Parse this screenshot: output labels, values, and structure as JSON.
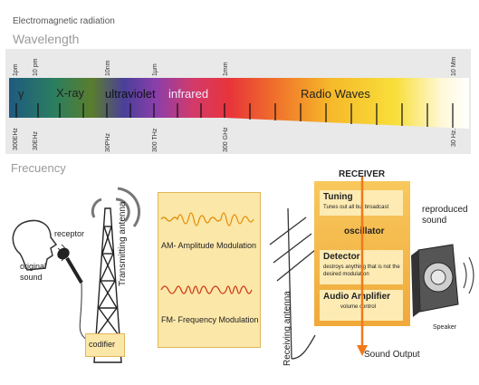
{
  "title": "Electromagnetic radiation",
  "wavelength_label": "Wavelength",
  "frequency_label": "Frecuency",
  "wavelength_ticks": [
    "1pm",
    "10 pm",
    "10nm",
    "1µm",
    "1mm",
    "10 Mm"
  ],
  "frequency_ticks": [
    "300EHz",
    "30EHz",
    "30PHz",
    "300 THz",
    "300 GHz",
    "30 Hz."
  ],
  "bands": [
    "γ",
    "X-ray",
    "ultraviolet",
    "infrared",
    "Radio Waves"
  ],
  "left": {
    "receptor": "receptor",
    "original_sound": "original\nsound",
    "antenna": "Transmitting antenna",
    "codifier": "codifier"
  },
  "modulation": {
    "am": "AM- Amplitude Modulation",
    "fm": "FM- Frequency Modulation"
  },
  "receiving_antenna": "Receiving antenna",
  "receiver": {
    "title": "RECEIVER",
    "tuning": "Tuning",
    "tuning_desc": "Tunes out all but broadcast",
    "oscillator": "oscillator",
    "detector": "Detector",
    "detector_desc": "destroys anything that is not the desired modulation",
    "audio_amp": "Audio Amplifier",
    "audio_amp_desc": "volume control",
    "sound_output": "Sound Output"
  },
  "speaker": {
    "reproduced": "reproduced\nsound",
    "label": "Speaker"
  },
  "colors": {
    "spectrum": [
      "#1f5a80",
      "#2b7f5f",
      "#5a7d2c",
      "#6a3fa0",
      "#c0336a",
      "#e2343a",
      "#ef6b2b",
      "#f6ad28",
      "#f8da2e",
      "#fff6c8",
      "#ffffff"
    ],
    "receiver_bg": "#f4b84a",
    "arrow": "#f07a1a"
  }
}
